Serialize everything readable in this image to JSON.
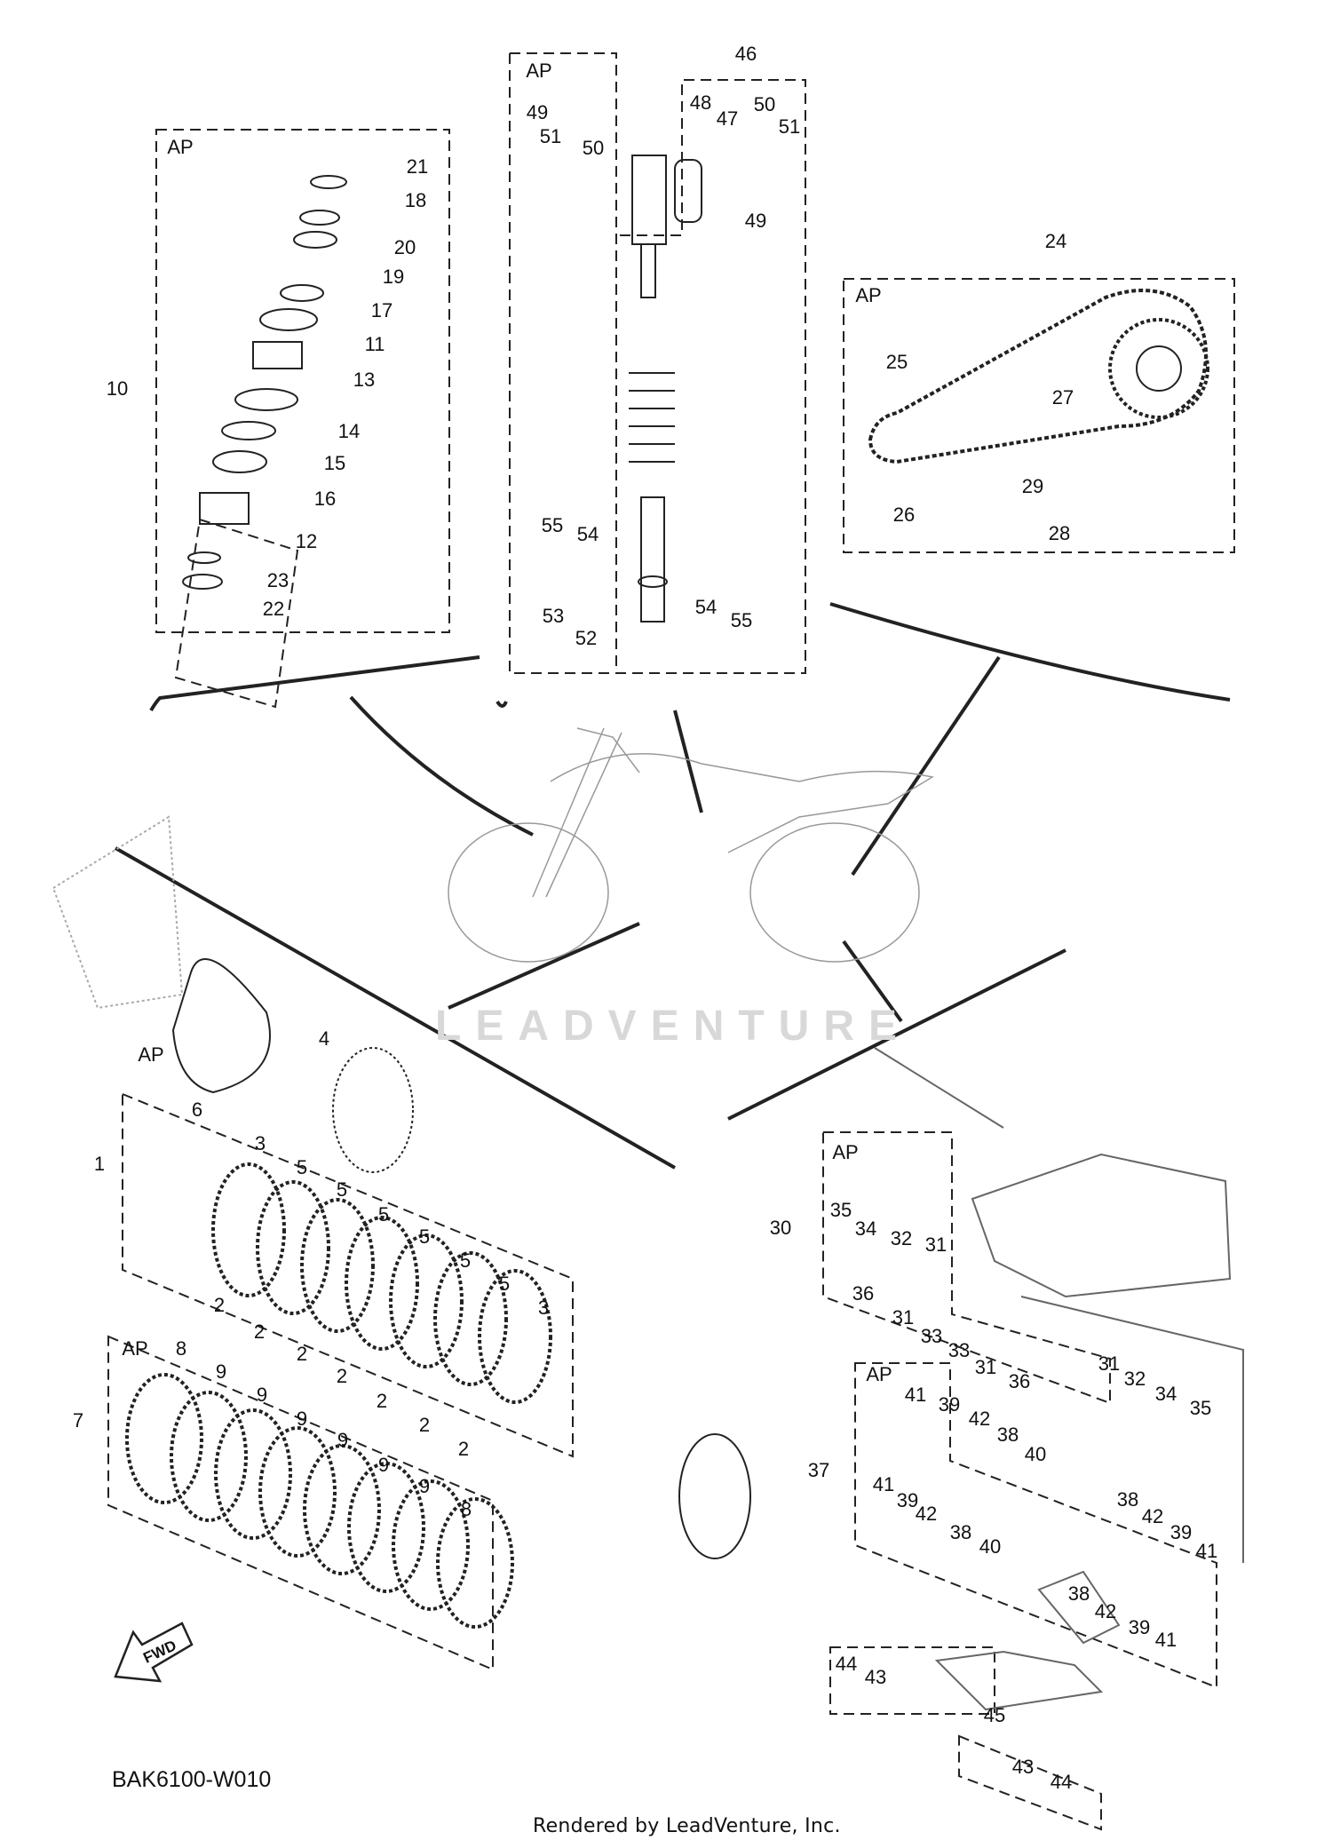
{
  "diagram_code": "BAK6100-W010",
  "footer_credit": "Rendered by LeadVenture, Inc.",
  "watermark": "LEADVENTURE",
  "fwd_label": "FWD",
  "ap_label": "AP",
  "callouts": [
    "1",
    "2",
    "3",
    "4",
    "5",
    "6",
    "7",
    "8",
    "9",
    "10",
    "11",
    "12",
    "13",
    "14",
    "15",
    "16",
    "17",
    "18",
    "19",
    "20",
    "21",
    "22",
    "23",
    "24",
    "25",
    "26",
    "27",
    "28",
    "29",
    "30",
    "31",
    "32",
    "33",
    "34",
    "35",
    "36",
    "37",
    "38",
    "39",
    "40",
    "41",
    "42",
    "43",
    "44",
    "45",
    "46",
    "47",
    "48",
    "49",
    "50",
    "51",
    "52",
    "53",
    "54",
    "55"
  ]
}
